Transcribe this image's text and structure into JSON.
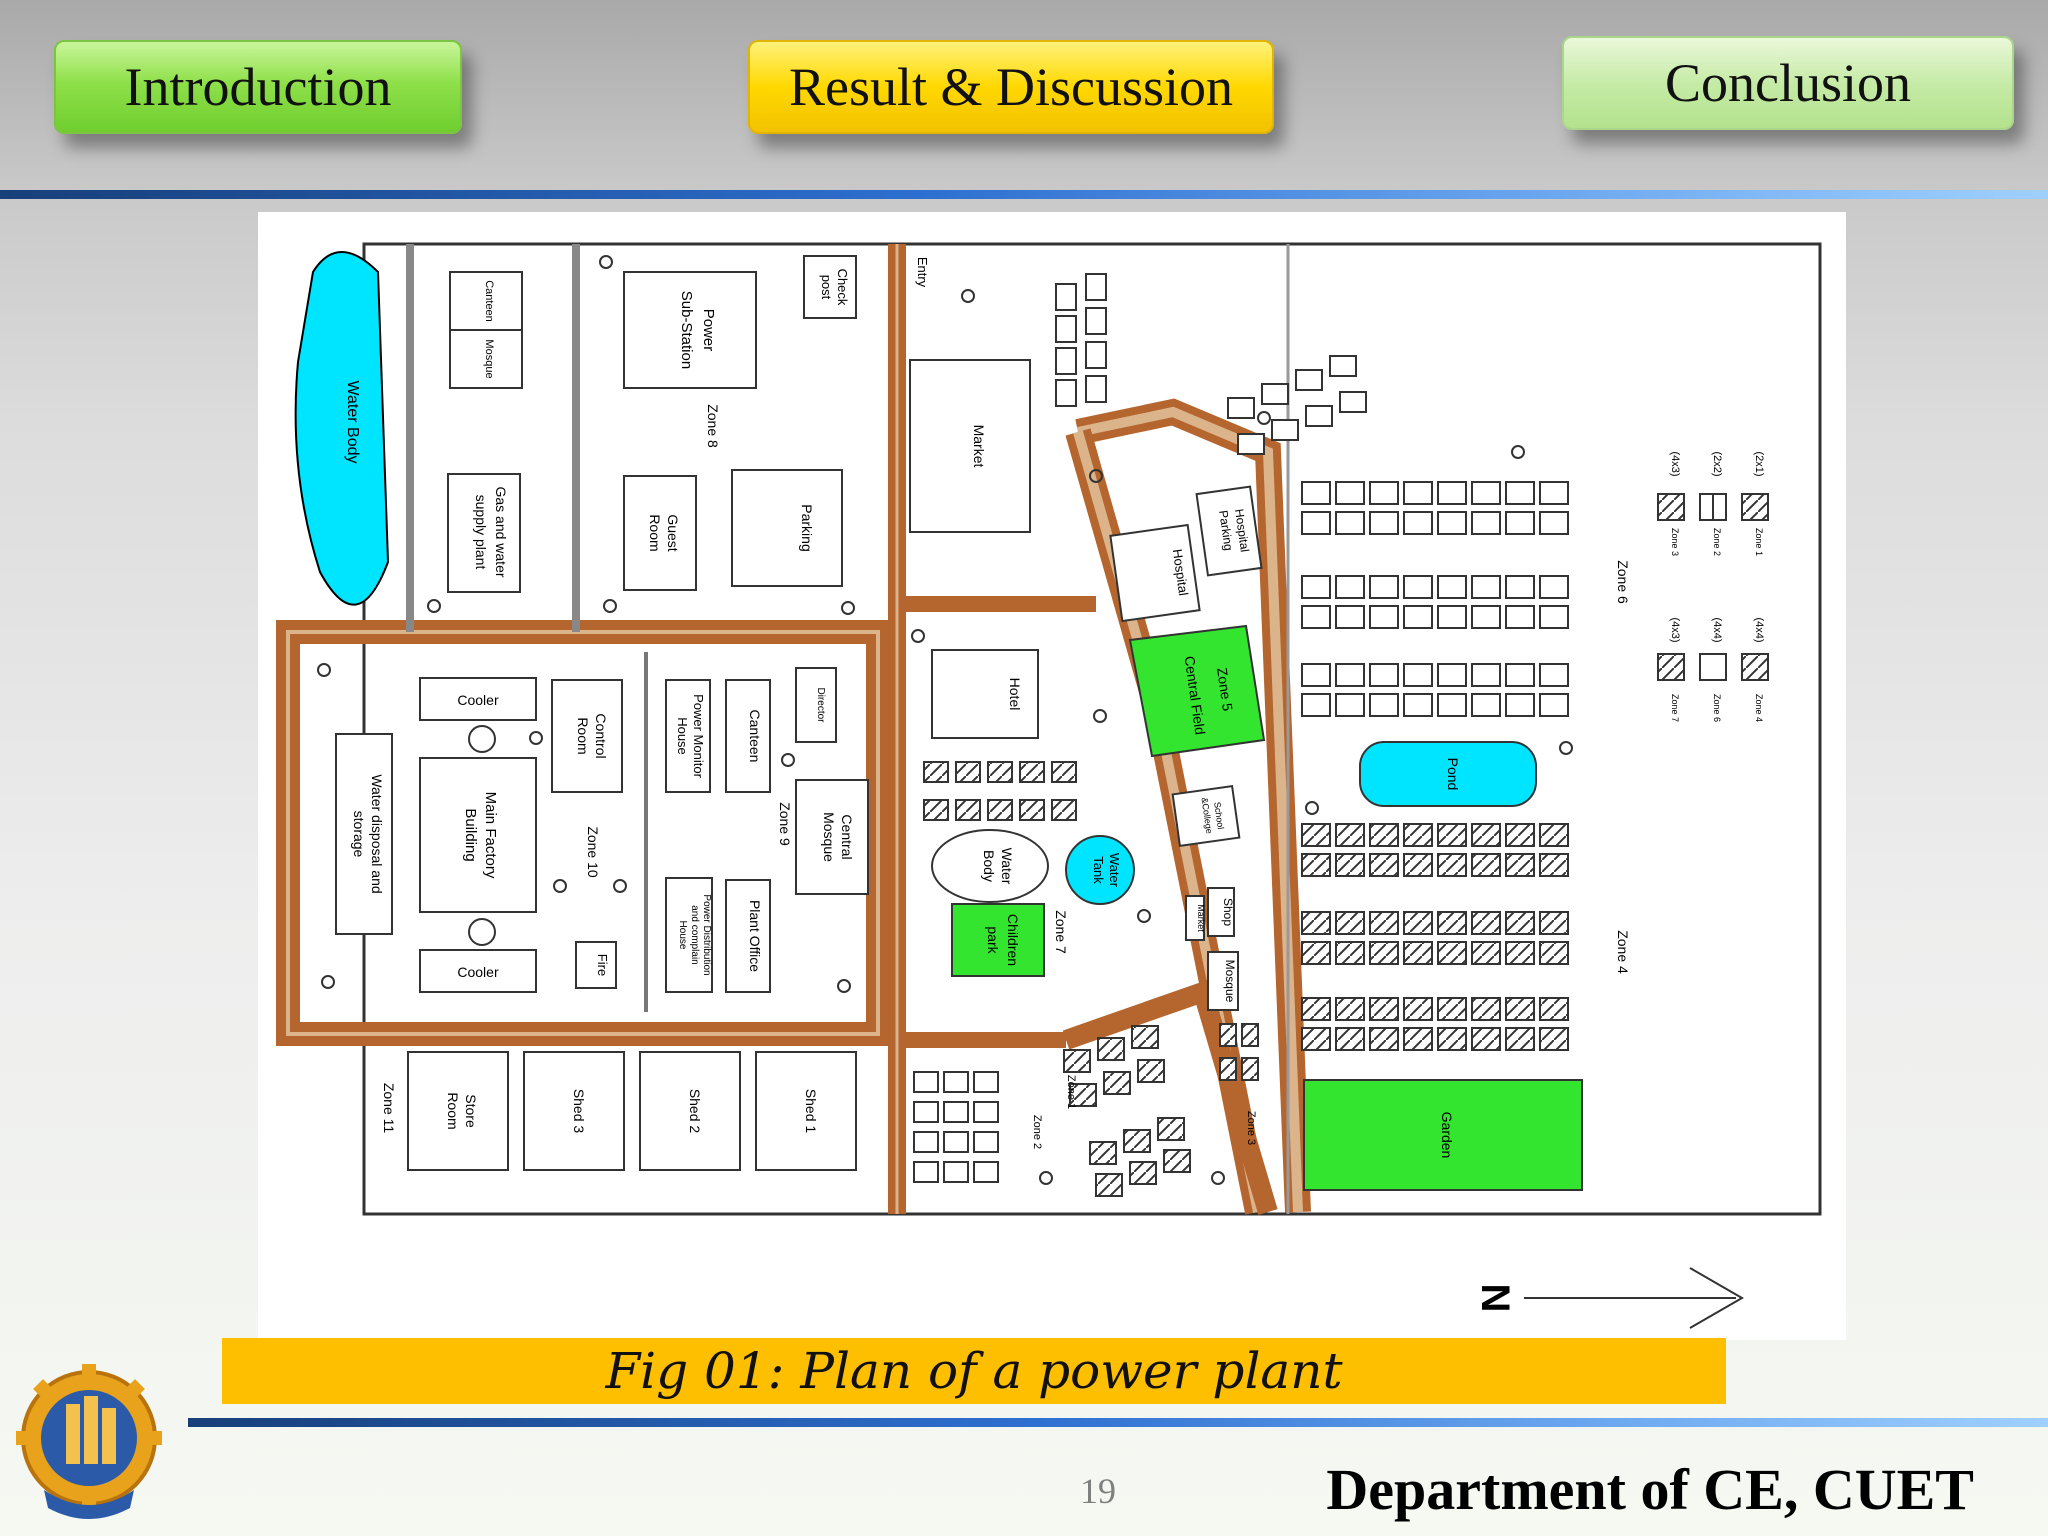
{
  "nav": {
    "introduction": "Introduction",
    "result_discussion": "Result & Discussion",
    "conclusion": "Conclusion"
  },
  "plan": {
    "labels": {
      "water_body": "Water Body",
      "canteen": "Canteen",
      "mosque_small": "Mosque",
      "gas_water": "Gas and water",
      "supply_plant": "supply plant",
      "power": "Power",
      "substation": "Sub-Station",
      "zone8": "Zone 8",
      "guest": "Guest",
      "room": "Room",
      "parking": "Parking",
      "check": "Check",
      "post": "post",
      "entry": "Entry",
      "market": "Market",
      "cooler1": "Cooler",
      "cooler2": "Cooler",
      "control": "Control",
      "control_room": "Room",
      "power_monitor": "Power Monitor",
      "house": "House",
      "canteen2": "Canteen",
      "director": "Director",
      "main_factory": "Main Factory",
      "building": "Building",
      "zone10": "Zone 10",
      "zone9": "Zone 9",
      "central": "Central",
      "mosque": "Mosque",
      "water_disposal": "Water disposal and",
      "storage": "storage",
      "fire": "Fire",
      "plant_office": "Plant Office",
      "power_dist": "Power Distribution",
      "and_complain": "and complain",
      "house2": "House",
      "hotel": "Hotel",
      "water_body2": "Water",
      "body2": "Body",
      "children": "Children",
      "park": "park",
      "water_tank1": "Water",
      "water_tank2": "Tank",
      "zone7": "Zone 7",
      "hospital_parking1": "Hospital",
      "hospital_parking2": "Parking",
      "hospital": "Hospital",
      "zone5": "Zone 5",
      "central_field": "Central Field",
      "school1": "School",
      "school2": "&College",
      "shop": "Shop",
      "market2": "Market",
      "mosque3": "Mosque",
      "zone1": "Zone 1",
      "zone2": "Zone 2",
      "zone3": "Zone 3",
      "zone11": "Zone 11",
      "store": "Store",
      "store_room": "Room",
      "shed3": "Shed 3",
      "shed2": "Shed 2",
      "shed1": "Shed 1",
      "zone6": "Zone 6",
      "pond": "Pond",
      "zone4": "Zone 4",
      "garden": "Garden",
      "north": "N",
      "leg_2x1": "(2x1)",
      "leg_2x2": "(2x2)",
      "leg_4x3a": "(4x3)",
      "leg_4x4a": "(4x4)",
      "leg_4x4b": "(4x4)",
      "leg_4x3b": "(4x3)",
      "leg_z1": "Zone 1",
      "leg_z2": "Zone 2",
      "leg_z3": "Zone 3",
      "leg_z4": "Zone 4",
      "leg_z6": "Zone 6",
      "leg_z7": "Zone 7"
    },
    "colors": {
      "road": "#b5652e",
      "road_light": "#dcb48c",
      "water": "#00e5ff",
      "green": "#33e52e"
    }
  },
  "caption": "Fig 01: Plan of  a power plant",
  "footer": {
    "page_number": "19",
    "department": "Department of CE, CUET"
  }
}
